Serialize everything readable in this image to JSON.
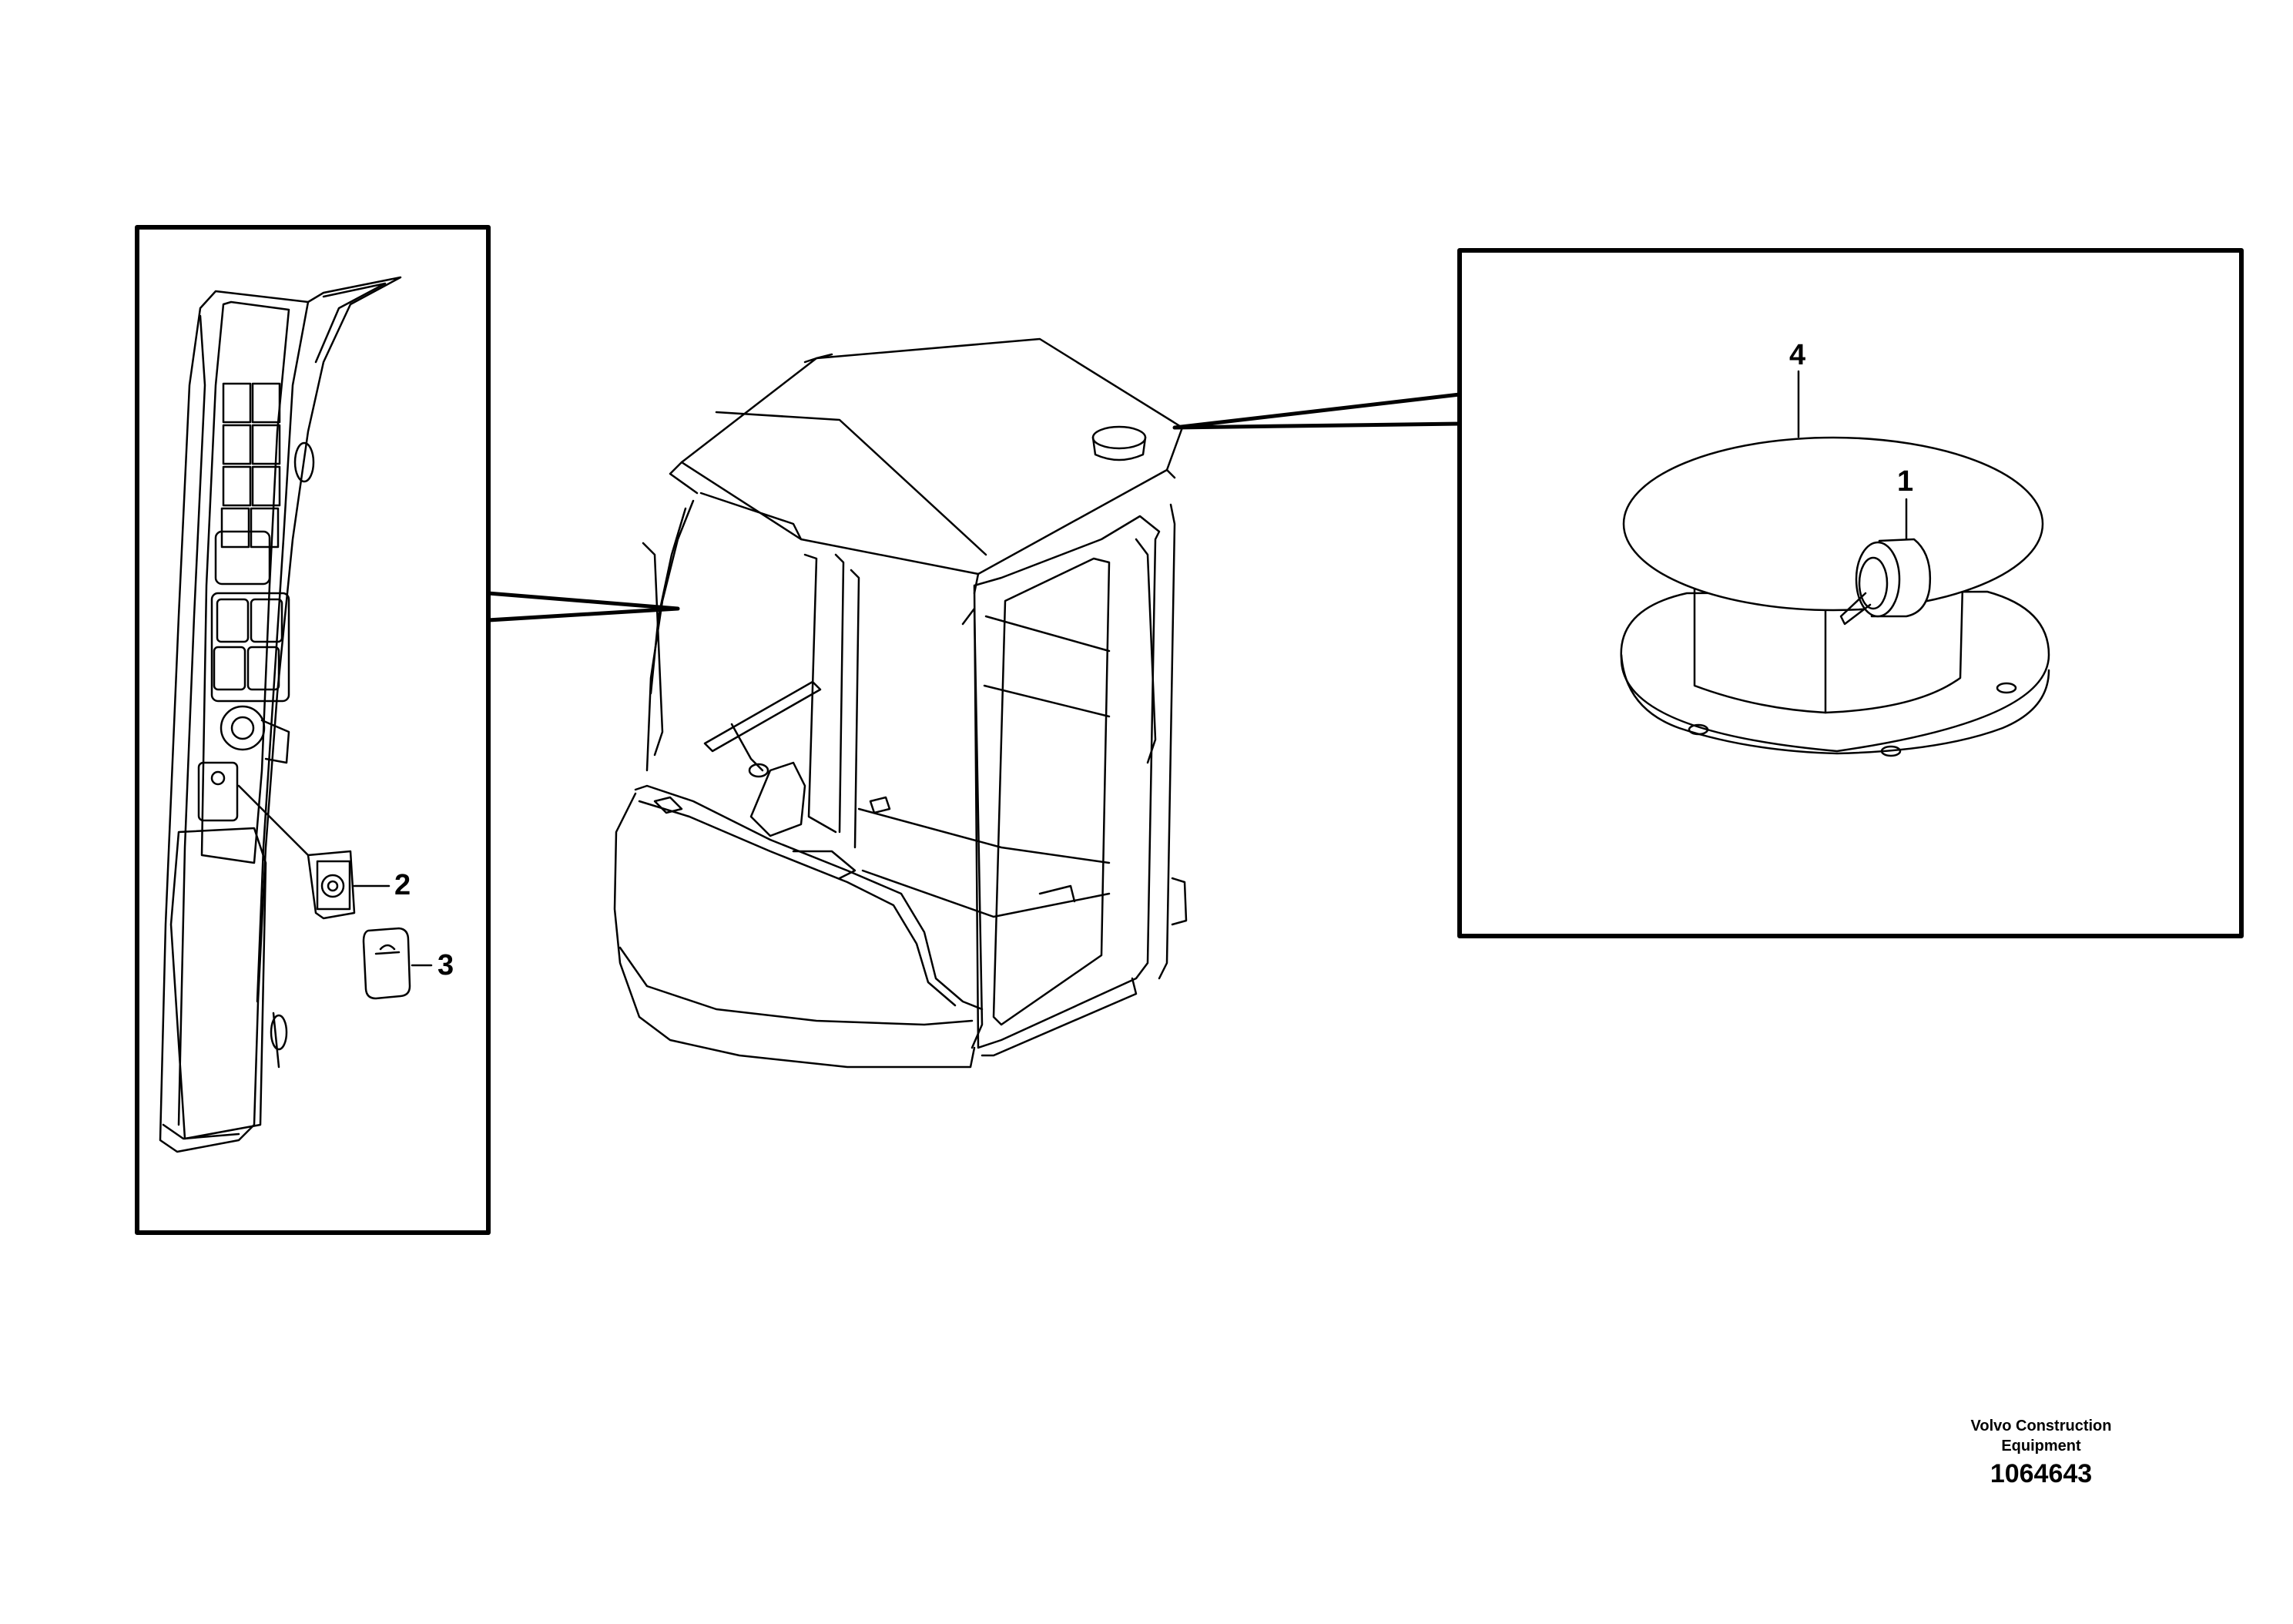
{
  "callouts": {
    "c1": "1",
    "c2": "2",
    "c3": "3",
    "c4": "4"
  },
  "footer": {
    "brand_line1": "Volvo Construction",
    "brand_line2": "Equipment",
    "drawing_number": "1064643"
  },
  "colors": {
    "line": "#000000",
    "background": "#ffffff"
  }
}
